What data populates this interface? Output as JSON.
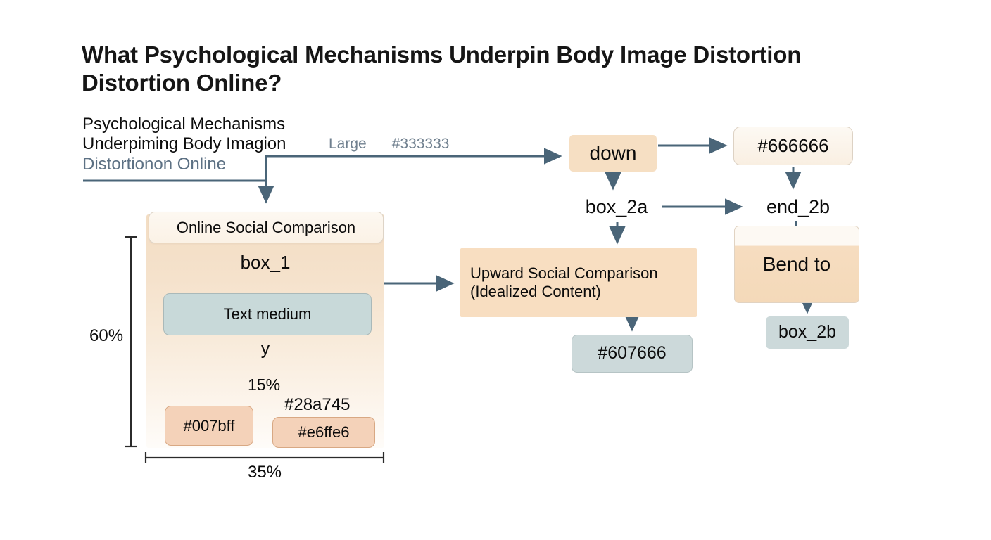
{
  "page": {
    "background": "#ffffff",
    "title": "What Psychological Mechanisms Underpin Body Image Distortion\nDistortion Online?"
  },
  "source_block": {
    "line1": "Psychological Mechanisms\nUnderpiming Body Imagion",
    "line2": "Distortionon Online",
    "size_label": "Large",
    "color_label": "#333333"
  },
  "dimensions": {
    "vertical": "60%",
    "horizontal": "35%",
    "inner_branch": "15%"
  },
  "diagram": {
    "type": "flowchart",
    "edge_color": "#4a6578",
    "nodes": [
      {
        "id": "box_1_chip",
        "label": "Online Social Comparison",
        "shape": "rounded-chip",
        "fill": "#fbf3e8"
      },
      {
        "id": "box_1",
        "label": "box_1",
        "shape": "container",
        "fill": "#f3ddc3"
      },
      {
        "id": "text_medium",
        "label": "Text medium",
        "shape": "rounded",
        "fill": "#c8d9d9"
      },
      {
        "id": "y_label",
        "label": "y",
        "shape": "text",
        "fill": "none"
      },
      {
        "id": "c_007bff",
        "label": "#007bff",
        "shape": "rounded",
        "fill": "#f4d2b9"
      },
      {
        "id": "c_28a745",
        "label": "#28a745",
        "shape": "text",
        "fill": "none"
      },
      {
        "id": "c_e6ffe6",
        "label": "#e6ffe6",
        "shape": "rounded",
        "fill": "#f4d2b9"
      },
      {
        "id": "down",
        "label": "down",
        "shape": "rounded",
        "fill": "#f6dfc3"
      },
      {
        "id": "c_666666",
        "label": "#666666",
        "shape": "rounded",
        "fill": "#fbf4ea"
      },
      {
        "id": "box_2a",
        "label": "box_2a",
        "shape": "text",
        "fill": "none"
      },
      {
        "id": "end_2b",
        "label": "end_2b",
        "shape": "text",
        "fill": "none"
      },
      {
        "id": "upward",
        "label": "Upward Social Comparison\n(Idealized Content)",
        "shape": "rect",
        "fill": "#f8dec1"
      },
      {
        "id": "bend_to",
        "label": "Bend to",
        "shape": "rounded",
        "fill": "#f4d9b9"
      },
      {
        "id": "c_607666",
        "label": "#607666",
        "shape": "rounded",
        "fill": "#ccd9da"
      },
      {
        "id": "box_2b",
        "label": "box_2b",
        "shape": "rounded",
        "fill": "#ccd9da"
      }
    ],
    "edges": [
      {
        "from": "source_block",
        "to": "down"
      },
      {
        "from": "source_block",
        "to": "box_1_chip"
      },
      {
        "from": "box_1",
        "to": "upward"
      },
      {
        "from": "down",
        "to": "c_666666"
      },
      {
        "from": "down",
        "to": "box_2a"
      },
      {
        "from": "box_2a",
        "to": "end_2b"
      },
      {
        "from": "box_2a",
        "to": "upward"
      },
      {
        "from": "c_666666",
        "to": "end_2b"
      },
      {
        "from": "end_2b",
        "to": "bend_to"
      },
      {
        "from": "upward",
        "to": "c_607666"
      },
      {
        "from": "bend_to",
        "to": "box_2b"
      },
      {
        "from": "branch_15",
        "to": "c_007bff"
      },
      {
        "from": "branch_15",
        "to": "c_28a745"
      }
    ]
  }
}
